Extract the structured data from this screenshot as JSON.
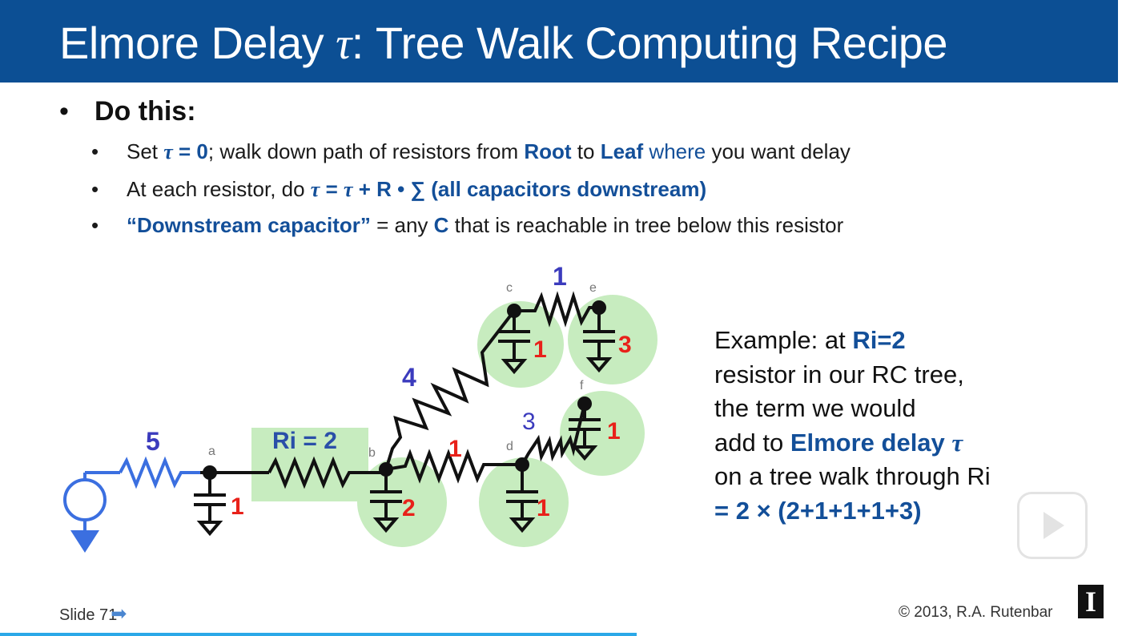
{
  "title": {
    "main": "Elmore Delay ",
    "tau": "τ",
    "rest": ":  Tree Walk Computing Recipe"
  },
  "bullets": {
    "main": "Do this:",
    "sub1": {
      "a": "Set ",
      "tau": "τ",
      "b": " = 0",
      "c": ";  walk down path of resistors from ",
      "root": "Root",
      "to": " to ",
      "leaf": "Leaf",
      "where": " where",
      "rest": " you want delay"
    },
    "sub2": {
      "a": "At each resistor,  do   ",
      "formula_tau1": "τ",
      "formula_eq": " = ",
      "formula_tau2": "τ",
      "formula_rest": " + R • ∑ (all capacitors downstream)"
    },
    "sub3": {
      "quote": "“Downstream capacitor”",
      "a": " = any ",
      "c": "C",
      "rest": " that is reachable in tree below this resistor"
    }
  },
  "circuit": {
    "nodes": {
      "a": "a",
      "b": "b",
      "c": "c",
      "d": "d",
      "e": "e",
      "f": "f"
    },
    "resistors": {
      "source": "5",
      "ri": "Ri = 2",
      "bc": "4",
      "bd": "1",
      "ce": "1",
      "df": "3"
    },
    "caps": {
      "a": "1",
      "b": "2",
      "c": "1",
      "d": "1",
      "e": "3",
      "f": "1"
    }
  },
  "example": {
    "l1a": "Example:   at ",
    "l1b": "Ri=2",
    "l2": "resistor in our RC tree,",
    "l3": "the term we would",
    "l4a": "add to ",
    "l4b": "Elmore delay ",
    "l4tau": "τ",
    "l5": "on a tree walk through Ri",
    "l6": "= 2 × (2+1+1+1+3)"
  },
  "footer": {
    "slide": "Slide 71",
    "copyright": "© 2013, R.A. Rutenbar",
    "logo": "I"
  },
  "colors": {
    "title_bg": "#0c4f94",
    "accent_blue": "#134f99",
    "resistor_blue": "#3b3bbd",
    "cap_red": "#e8211a",
    "highlight_green": "#c7ecbf",
    "source_blue": "#3b6fe0"
  }
}
